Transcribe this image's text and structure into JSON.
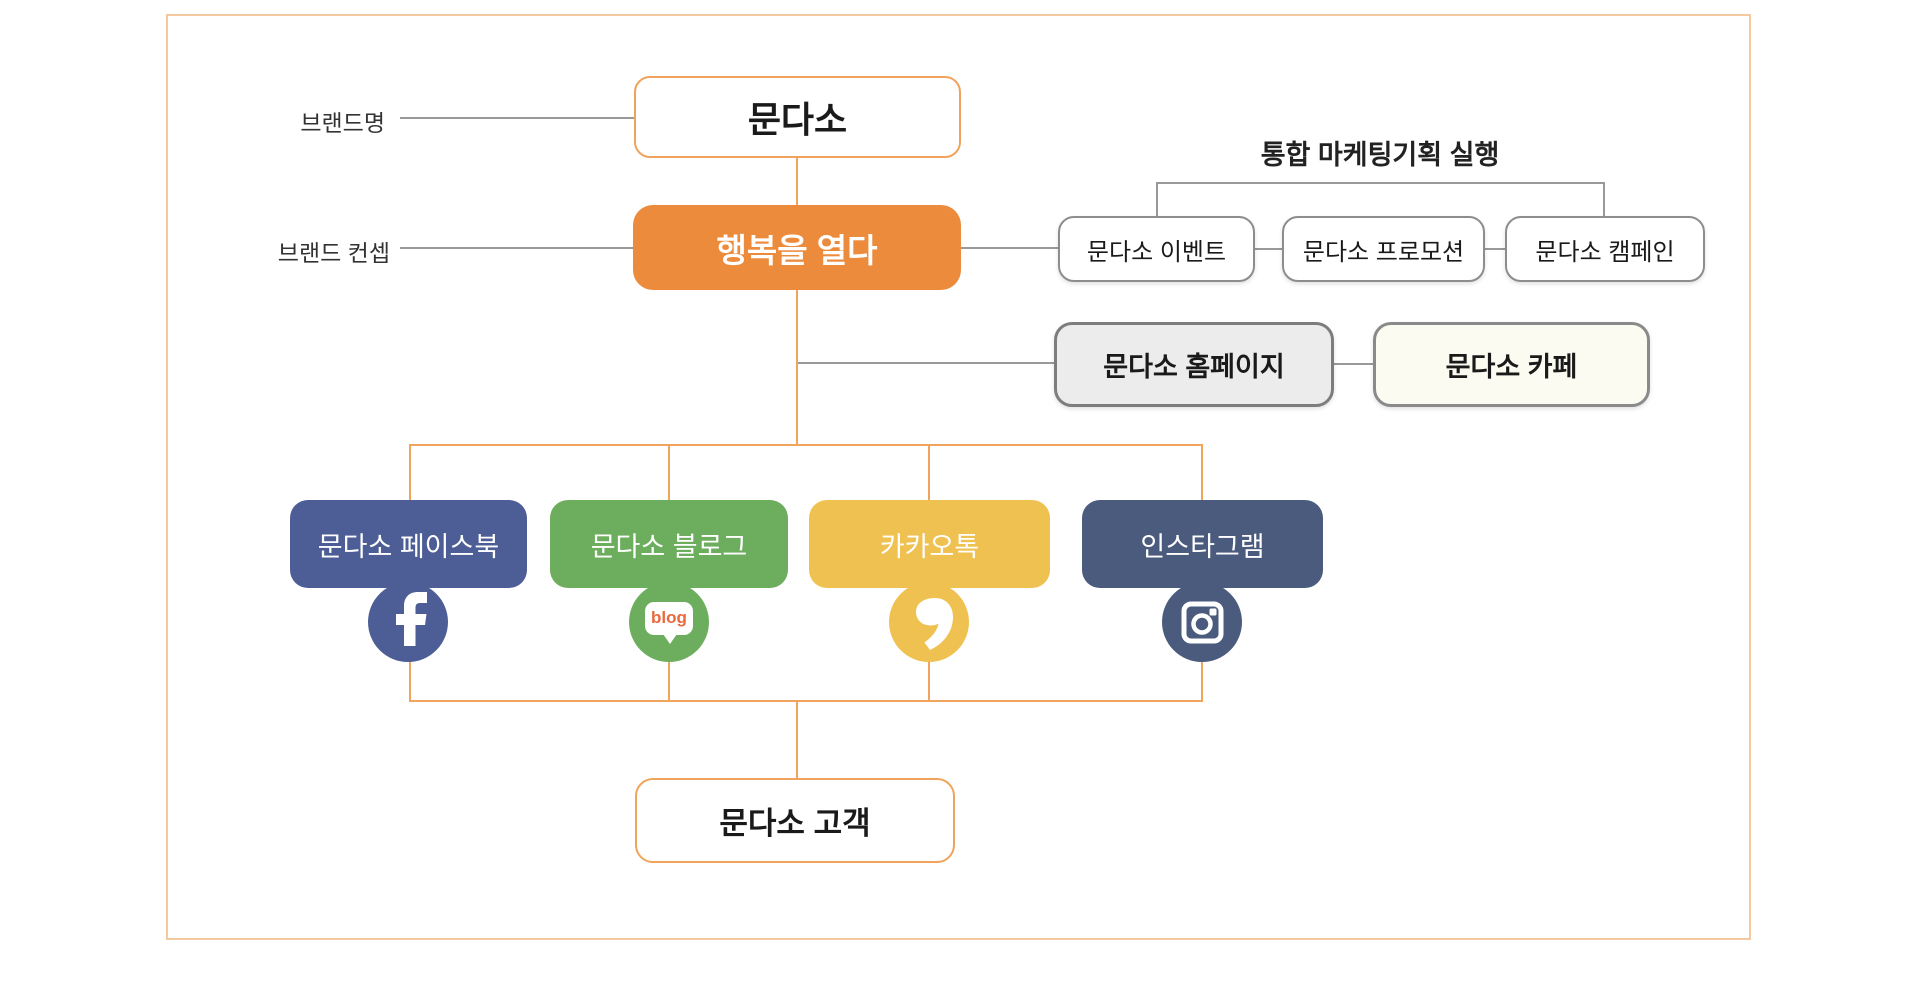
{
  "diagram": {
    "left_labels": {
      "brand_name": "브랜드명",
      "brand_concept": "브랜드 컨셉"
    },
    "brand_name_box": "문다소",
    "brand_concept_box": "행복을 열다",
    "marketing_group": {
      "title": "통합 마케팅기획 실행",
      "boxes": [
        "문다소 이벤트",
        "문다소 프로모션",
        "문다소 캠페인"
      ]
    },
    "web_row": {
      "homepage": "문다소 홈페이지",
      "cafe": "문다소 카페"
    },
    "sns_row": [
      {
        "label": "문다소 페이스북",
        "icon": "facebook"
      },
      {
        "label": "문다소 블로그",
        "icon": "naver-blog",
        "icon_text": "blog"
      },
      {
        "label": "카카오톡",
        "icon": "kakaotalk"
      },
      {
        "label": "인스타그램",
        "icon": "instagram"
      }
    ],
    "customer_box": "문다소 고객"
  },
  "colors": {
    "orange": "#ed8b3d",
    "orange_border": "#f0a35c",
    "orange_line": "#f0a45e",
    "frame_border": "#f4c9a0",
    "gray_line": "#999999",
    "facebook_navy": "#4d5e96",
    "blog_green": "#6cae5d",
    "kakao_yellow": "#efc150",
    "instagram_slate": "#4a5b7d",
    "blog_text": "#e8693e"
  }
}
